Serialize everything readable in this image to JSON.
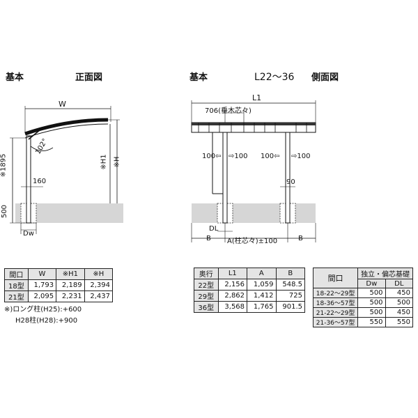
{
  "front": {
    "title_left": "基本",
    "title_right": "正面図",
    "dim_w": "W",
    "angle": "102°",
    "dim_1895": "※1895",
    "dim_h1": "※H1",
    "dim_h": "※H",
    "dim_160": "160",
    "dim_500": "500",
    "dim_dw": "Dw"
  },
  "side": {
    "title_left": "基本",
    "title_mid": "L22～36",
    "title_right": "側面図",
    "dim_l1": "L1",
    "rafter": "706(垂木芯々)",
    "arrow_left_a": "100⇦",
    "arrow_right_a": "⇨100",
    "arrow_left_b": "100⇦",
    "arrow_right_b": "⇨100",
    "dim_90": "90",
    "dim_dl": "DL",
    "dim_b_left": "B",
    "dim_a": "A(柱芯々)±100",
    "dim_b_right": "B"
  },
  "table1": {
    "headers": [
      "間口",
      "W",
      "※H1",
      "※H"
    ],
    "rows": [
      [
        "18型",
        "1,793",
        "2,189",
        "2,394"
      ],
      [
        "21型",
        "2,095",
        "2,231",
        "2,437"
      ]
    ]
  },
  "notes": {
    "line1": "※)ロング柱(H25):+600",
    "line2": "H28柱(H28):+900"
  },
  "table2": {
    "headers": [
      "奥行",
      "L1",
      "A",
      "B"
    ],
    "rows": [
      [
        "22型",
        "2,156",
        "1,059",
        "548.5"
      ],
      [
        "29型",
        "2,862",
        "1,412",
        "725"
      ],
      [
        "36型",
        "3,568",
        "1,765",
        "901.5"
      ]
    ]
  },
  "table3": {
    "header_main": "間口",
    "header_group": "独立・偏芯基礎",
    "sub_dw": "Dw",
    "sub_dl": "DL",
    "rows": [
      [
        "18-22～29型",
        "500",
        "450"
      ],
      [
        "18-36～57型",
        "500",
        "500"
      ],
      [
        "21-22～29型",
        "500",
        "450"
      ],
      [
        "21-36～57型",
        "550",
        "550"
      ]
    ]
  }
}
